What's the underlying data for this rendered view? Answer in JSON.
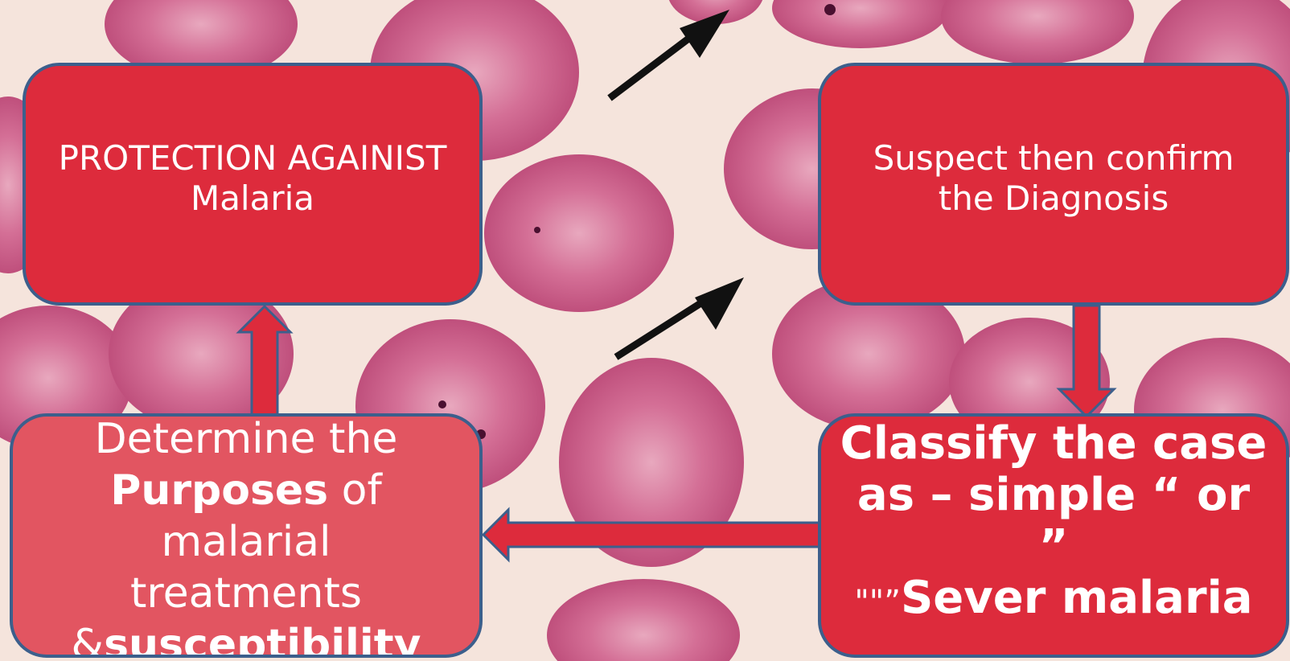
{
  "diagram": {
    "boxes": {
      "protection": {
        "line1": "PROTECTION AGAINIST",
        "line2": "Malaria"
      },
      "suspect": {
        "line1": "Suspect then confirm",
        "line2": "the Diagnosis"
      },
      "classify": {
        "line1": "Classify the case",
        "line2": "as – simple “ or",
        "line3": "”",
        "line4_prefix": "\"\"”",
        "line4": "Sever malaria"
      },
      "purposes": {
        "line1": "Determine the",
        "line2_bold": "Purposes",
        "line2_rest": " of",
        "line3": "malarial",
        "line4": "treatments",
        "line5_prefix": "&",
        "line5_bold": "susceptibility"
      }
    },
    "colors": {
      "box_fill": "#dd2b3c",
      "box_border": "#3c5f8c",
      "purposes_fill": "#e25561",
      "arrow_fill": "#dd2b3c",
      "background": "#f5e4dc",
      "cell": "#c94f7a"
    }
  }
}
